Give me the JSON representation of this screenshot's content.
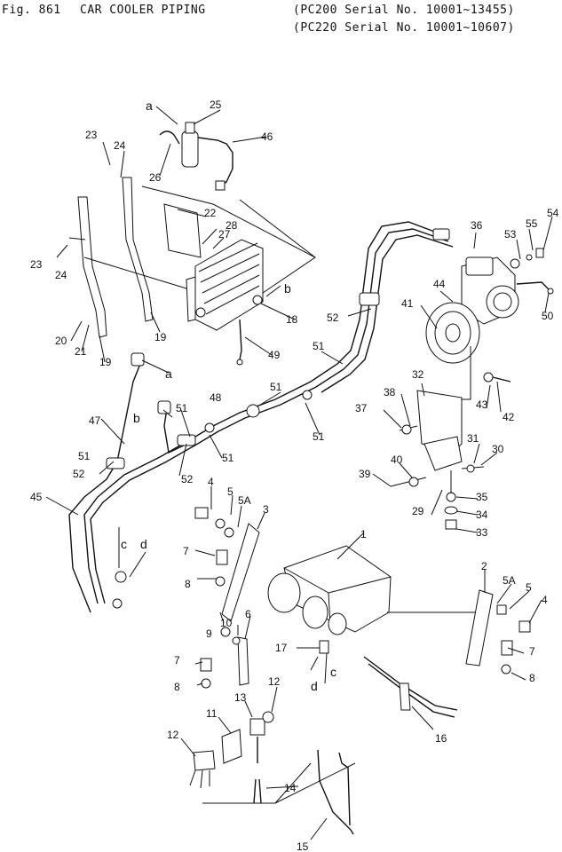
{
  "header": {
    "fig_label": "Fig. 861",
    "title": "CAR COOLER PIPING",
    "serial_line_1": "(PC200 Serial No. 10001~13455)",
    "serial_line_2": "(PC220 Serial No. 10001~10607)"
  },
  "callouts": [
    "1",
    "2",
    "3",
    "4",
    "4",
    "5",
    "5",
    "5A",
    "5A",
    "6",
    "7",
    "7",
    "7",
    "8",
    "8",
    "8",
    "9",
    "10",
    "11",
    "12",
    "12",
    "13",
    "14",
    "15",
    "16",
    "17",
    "18",
    "19",
    "19",
    "20",
    "21",
    "22",
    "23",
    "23",
    "24",
    "24",
    "25",
    "26",
    "27",
    "28",
    "29",
    "30",
    "31",
    "32",
    "33",
    "34",
    "35",
    "36",
    "37",
    "38",
    "39",
    "40",
    "41",
    "42",
    "43",
    "44",
    "45",
    "46",
    "47",
    "48",
    "49",
    "50",
    "51",
    "51",
    "51",
    "51",
    "51",
    "51",
    "52",
    "52",
    "52",
    "53",
    "54",
    "55",
    "a",
    "a",
    "b",
    "b",
    "c",
    "c",
    "d",
    "d"
  ]
}
